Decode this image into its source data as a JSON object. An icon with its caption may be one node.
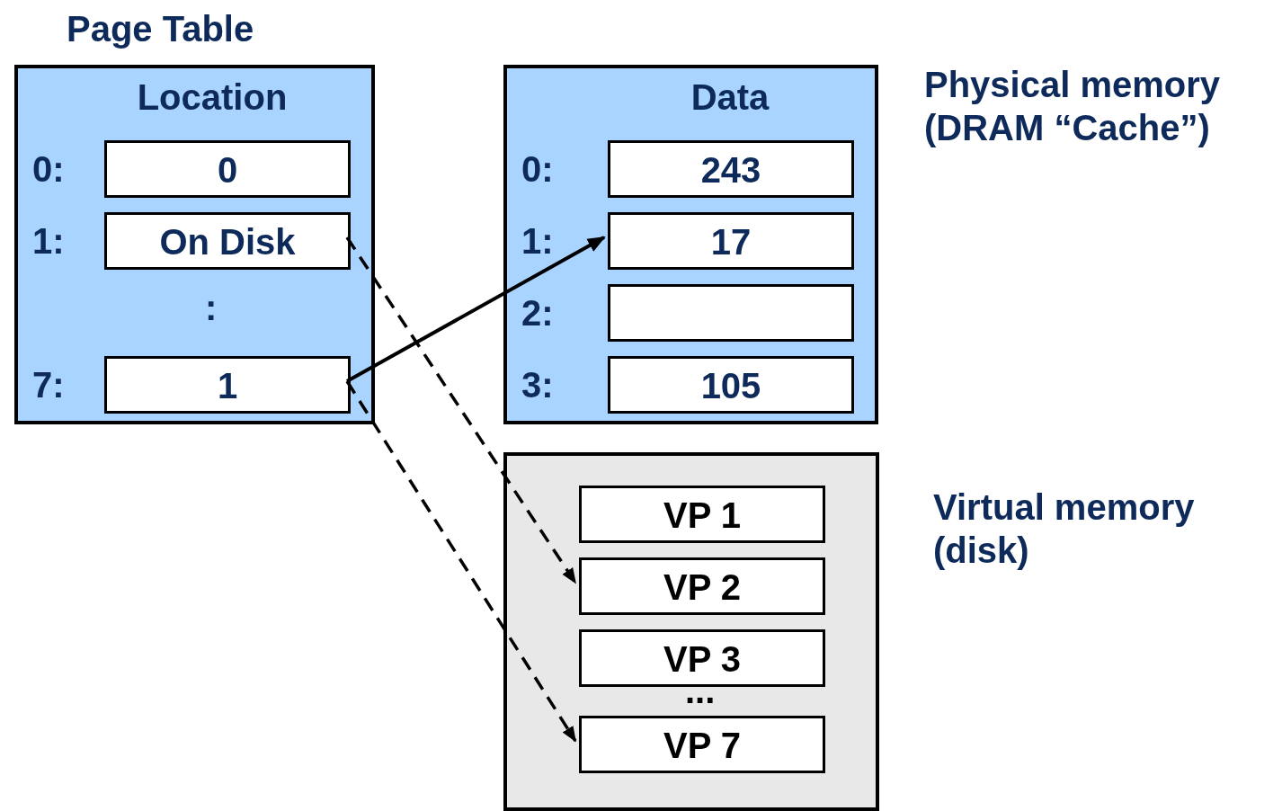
{
  "diagram": {
    "nodes": [
      {
        "text": [
          "Page Table",
          "Location"
        ]
      },
      {
        "text": [
          "0"
        ],
        "in": 0
      },
      {
        "text": [
          "On Disk"
        ],
        "in": 0
      },
      {
        "text": [
          "1"
        ],
        "in": 0
      },
      {
        "text": [
          "Data"
        ],
        "beside": [
          "Physical memory (DRAM “Cache”)"
        ]
      },
      {
        "text": [
          "243"
        ],
        "in": 4
      },
      {
        "text": [
          "17"
        ],
        "in": 4
      },
      {
        "text": [],
        "shape": "box",
        "in": 4
      },
      {
        "text": [
          "105"
        ],
        "in": 4
      },
      {
        "text": [],
        "shape": "box",
        "beside": [
          "Virtual memory (disk)"
        ]
      },
      {
        "text": [
          "VP 1"
        ],
        "in": 9
      },
      {
        "text": [
          "VP 2"
        ],
        "in": 9
      },
      {
        "text": [
          "VP 3"
        ],
        "in": 9
      },
      {
        "text": [
          "VP 7"
        ],
        "in": 9
      }
    ],
    "edges": [
      {
        "from": 3,
        "to": 6,
        "arrow": "to"
      },
      {
        "from": 2,
        "to": 11,
        "arrow": "to",
        "style": "dashed"
      },
      {
        "from": 3,
        "to": 13,
        "arrow": "to",
        "style": "dashed"
      }
    ],
    "labels": [
      "0:",
      "1:",
      ":",
      "7:",
      "0:",
      "1:",
      "2:",
      "3:",
      "..."
    ]
  }
}
